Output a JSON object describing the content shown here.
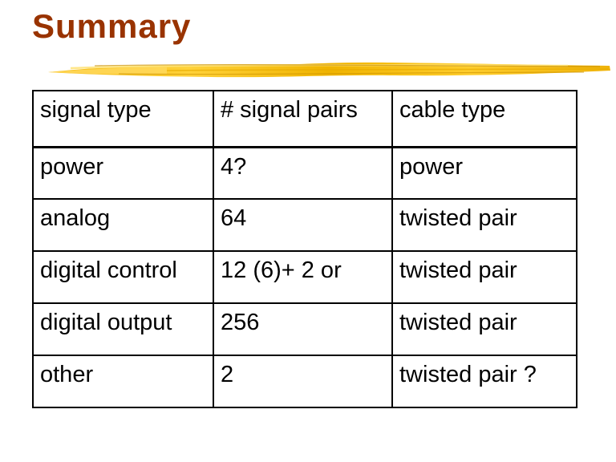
{
  "slide": {
    "title": "Summary",
    "title_color": "#993300",
    "brush_color": "#F5BE18",
    "brush_highlight": "#FFE37A",
    "brush_shadow": "#C98F00"
  },
  "table": {
    "columns": [
      "signal type",
      "# signal pairs",
      "cable type"
    ],
    "rows": [
      [
        "power",
        "4?",
        "power"
      ],
      [
        "analog",
        "64",
        "twisted pair"
      ],
      [
        "digital control",
        "12 (6)+ 2 or",
        "twisted pair"
      ],
      [
        "digital output",
        "256",
        "twisted pair"
      ],
      [
        "other",
        "2",
        "twisted pair ?"
      ]
    ]
  }
}
